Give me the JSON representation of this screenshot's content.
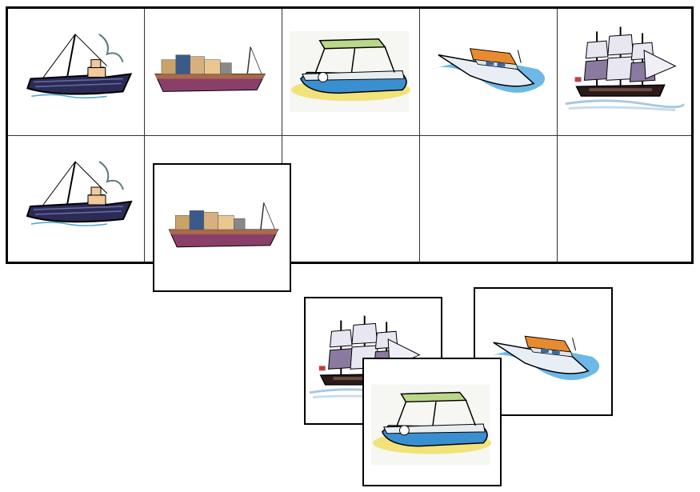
{
  "game": {
    "board": {
      "rows": 2,
      "cols": 5,
      "cells": [
        {
          "row": 1,
          "col": 1,
          "picture": "fishing-trawler-icon"
        },
        {
          "row": 1,
          "col": 2,
          "picture": "cargo-ship-icon"
        },
        {
          "row": 1,
          "col": 3,
          "picture": "pedal-boat-icon"
        },
        {
          "row": 1,
          "col": 4,
          "picture": "motor-yacht-icon"
        },
        {
          "row": 1,
          "col": 5,
          "picture": "sailing-ship-icon"
        },
        {
          "row": 2,
          "col": 1,
          "picture": "fishing-trawler-icon"
        },
        {
          "row": 2,
          "col": 2,
          "picture": "empty"
        },
        {
          "row": 2,
          "col": 3,
          "picture": "empty"
        },
        {
          "row": 2,
          "col": 4,
          "picture": "empty"
        },
        {
          "row": 2,
          "col": 5,
          "picture": "empty"
        }
      ]
    },
    "loose_cards": [
      {
        "picture": "cargo-ship-icon"
      },
      {
        "picture": "sailing-ship-icon"
      },
      {
        "picture": "motor-yacht-icon"
      },
      {
        "picture": "pedal-boat-icon"
      }
    ]
  },
  "colors": {
    "trawler_hull": "#2b2b55",
    "cargo_hull": "#8a3f6a",
    "pedal_boat_hull": "#3a8fd0",
    "pedal_boat_canopy": "#b9d88a",
    "yacht_hull": "#e8eef6",
    "yacht_cabin": "#e88a30",
    "water": "#4aa6e0",
    "sailing_hull": "#2a1a18",
    "sand": "#f1e27a"
  }
}
